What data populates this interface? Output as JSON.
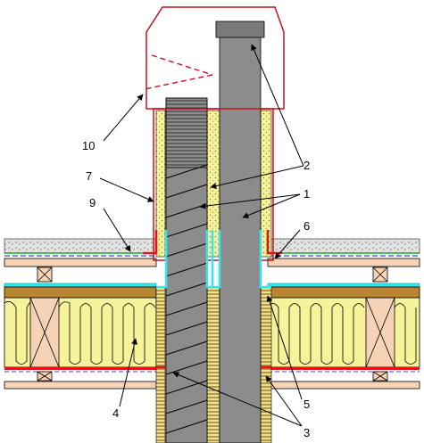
{
  "diagram": {
    "callouts": {
      "c1": "1",
      "c2": "2",
      "c3": "3",
      "c4": "4",
      "c5": "5",
      "c6": "6",
      "c7": "7",
      "c9": "9",
      "c10": "10"
    },
    "colors": {
      "pipe": "#8c8c8c",
      "insulation": "#f7f39a",
      "board": "#f6d2b6",
      "membrane_red": "#e4121b",
      "seal_cyan": "#35e6f0",
      "gravel": "#cfcfcf",
      "outline": "#000000"
    }
  }
}
